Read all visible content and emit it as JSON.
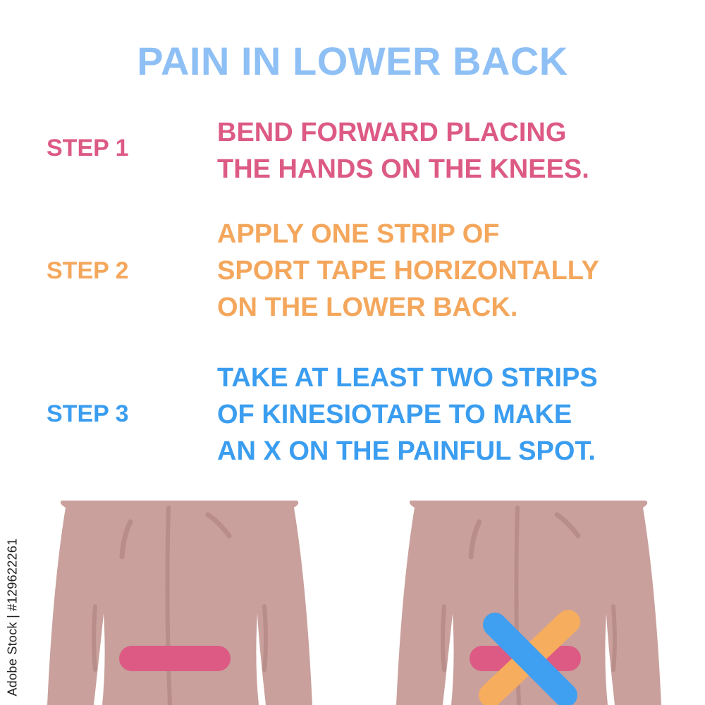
{
  "title": "PAIN IN LOWER BACK",
  "steps": [
    {
      "label": "STEP 1",
      "lines": [
        "BEND FORWARD PLACING",
        "THE HANDS ON THE KNEES."
      ],
      "color": "#dc5a84"
    },
    {
      "label": "STEP 2",
      "lines": [
        "APPLY ONE STRIP OF",
        "SPORT TAPE HORIZONTALLY",
        "ON THE LOWER BACK."
      ],
      "color": "#f4a75c"
    },
    {
      "label": "STEP 3",
      "lines": [
        "TAKE AT LEAST TWO STRIPS",
        "OF KINESIOTAPE TO MAKE",
        "AN X ON THE PAINFUL SPOT."
      ],
      "color": "#3a9df0"
    }
  ],
  "watermark": "Adobe Stock | #129622261",
  "colors": {
    "title": "#8ec0f5",
    "skin": "#c9a09c",
    "skin_line": "#b98e8a",
    "tape_pink": "#dc5a84",
    "tape_orange": "#f6ad5e",
    "tape_blue": "#3f9ff0"
  },
  "illustrations": [
    {
      "name": "back-with-horizontal-tape",
      "tapes": [
        "pink-horizontal"
      ]
    },
    {
      "name": "back-with-x-tape",
      "tapes": [
        "pink-horizontal",
        "orange-diagonal",
        "blue-diagonal"
      ]
    }
  ]
}
